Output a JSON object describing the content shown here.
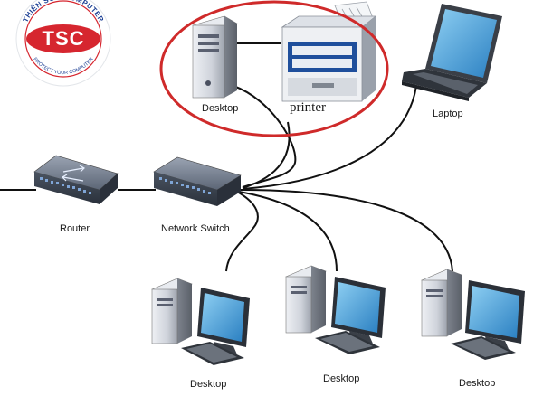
{
  "logo": {
    "name": "THIÊN SƠN COMPUTER",
    "abbr": "TSC",
    "tagline": "PROTECT YOUR COMPUTER",
    "color": "#d6262f"
  },
  "labels": {
    "desktop_top": "Desktop",
    "printer": "printer",
    "laptop": "Laptop",
    "router": "Router",
    "switch": "Network Switch",
    "desktop_1": "Desktop",
    "desktop_2": "Desktop",
    "desktop_3": "Desktop"
  },
  "colors": {
    "highlight": "#cf2a2a",
    "cable": "#111111",
    "device_body": "#c9ced8",
    "device_blue": "#1f4f9c"
  }
}
